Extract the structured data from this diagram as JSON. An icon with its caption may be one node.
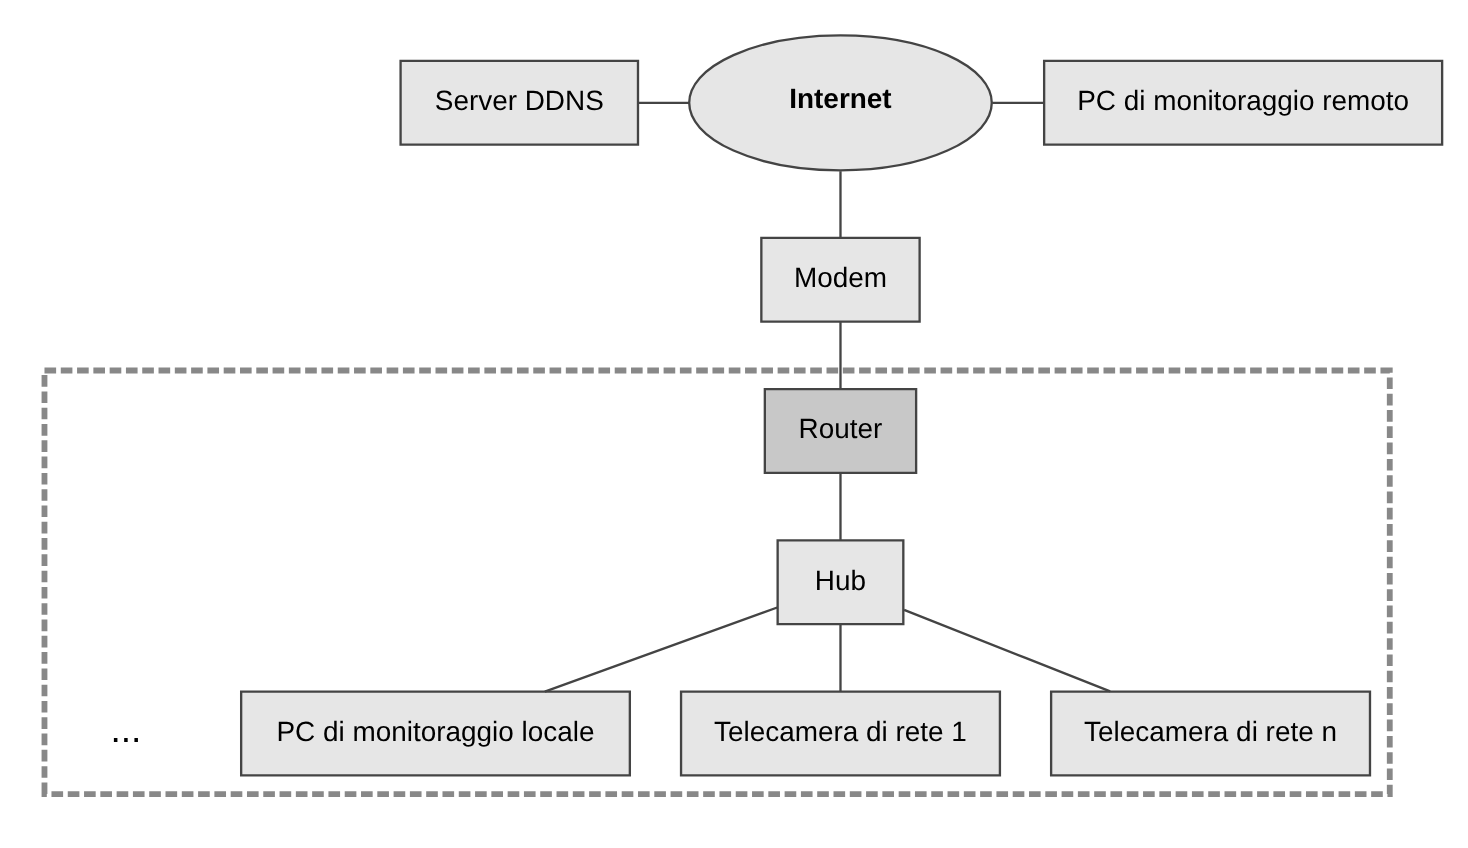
{
  "diagram": {
    "nodes": [
      {
        "text": [
          "Server DDNS"
        ]
      },
      {
        "text": [
          "Internet"
        ]
      },
      {
        "text": [
          "PC di monitoraggio remoto"
        ]
      },
      {
        "text": [],
        "shape": "box"
      },
      {
        "text": [
          "Modem"
        ]
      },
      {
        "text": [
          "Router"
        ],
        "in": 3
      },
      {
        "text": [
          "Hub"
        ],
        "in": 3
      },
      {
        "text": [
          "PC di monitoraggio locale"
        ],
        "in": 3
      },
      {
        "text": [
          "Telecamera di rete 1"
        ],
        "in": 3
      },
      {
        "text": [
          "Telecamera di rete n"
        ],
        "in": 3
      }
    ],
    "edges": [
      {
        "from": 0,
        "to": 1,
        "arrow": "none"
      },
      {
        "from": 1,
        "to": 2,
        "arrow": "none"
      },
      {
        "from": 1,
        "to": 4,
        "arrow": "none"
      },
      {
        "from": 4,
        "to": 5,
        "arrow": "none"
      },
      {
        "from": 5,
        "to": 6,
        "arrow": "none"
      },
      {
        "from": 6,
        "to": 7,
        "arrow": "none"
      },
      {
        "from": 6,
        "to": 8,
        "arrow": "none"
      },
      {
        "from": 6,
        "to": 9,
        "arrow": "none"
      }
    ],
    "labels": [
      "..."
    ]
  }
}
